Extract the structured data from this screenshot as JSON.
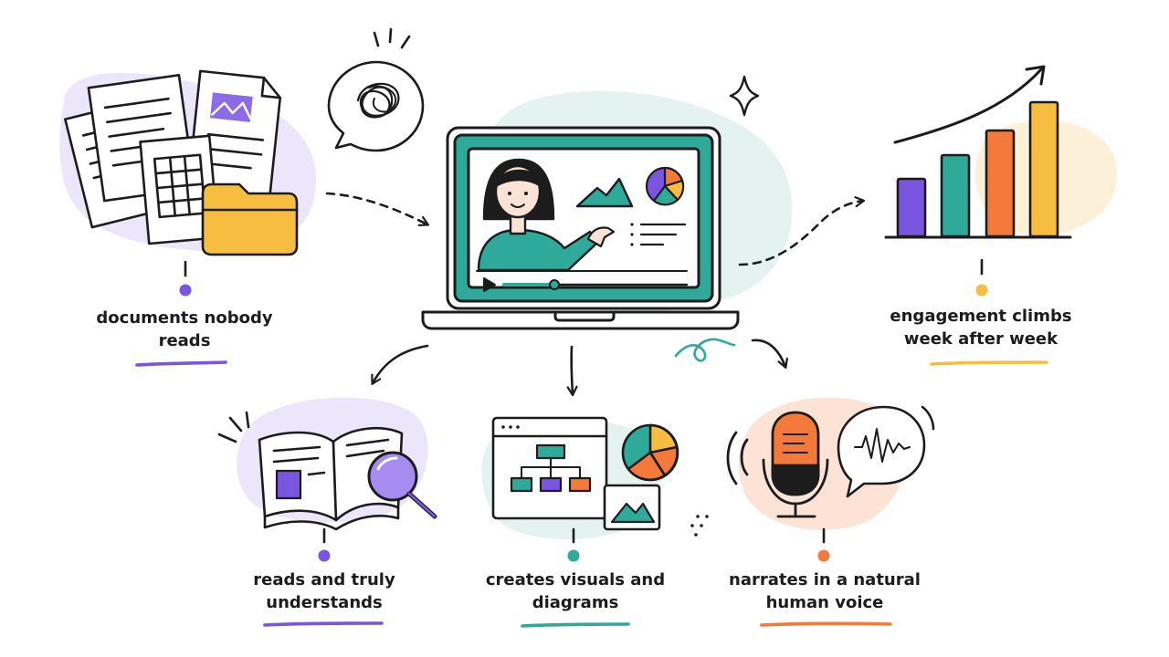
{
  "colors": {
    "ink": "#1c1c1c",
    "purple": "#7a55e0",
    "teal": "#2ea99a",
    "orange": "#f47a3b",
    "yellow": "#f6bd40",
    "lavender_blob": "#ece6fa",
    "mint_blob": "#e5f3f0",
    "peach_blob": "#fde3d6",
    "cream_blob": "#fdf0d8"
  },
  "nodes": {
    "documents": {
      "line1": "documents nobody",
      "line2": "reads",
      "accent": "#7a55e0",
      "icon": "document-stack-icon"
    },
    "engagement": {
      "line1": "engagement climbs",
      "line2": "week after week",
      "accent": "#f6bd40",
      "icon": "rising-bar-chart-icon"
    },
    "reads": {
      "line1": "reads and truly",
      "line2": "understands",
      "accent": "#7a55e0",
      "icon": "book-magnifier-icon"
    },
    "visuals": {
      "line1": "creates visuals and",
      "line2": "diagrams",
      "accent": "#2ea99a",
      "icon": "flowchart-window-icon"
    },
    "narrates": {
      "line1": "narrates in a natural",
      "line2": "human voice",
      "accent": "#f47a3b",
      "icon": "microphone-icon"
    }
  },
  "center": {
    "icon": "laptop-video-presenter-icon"
  }
}
